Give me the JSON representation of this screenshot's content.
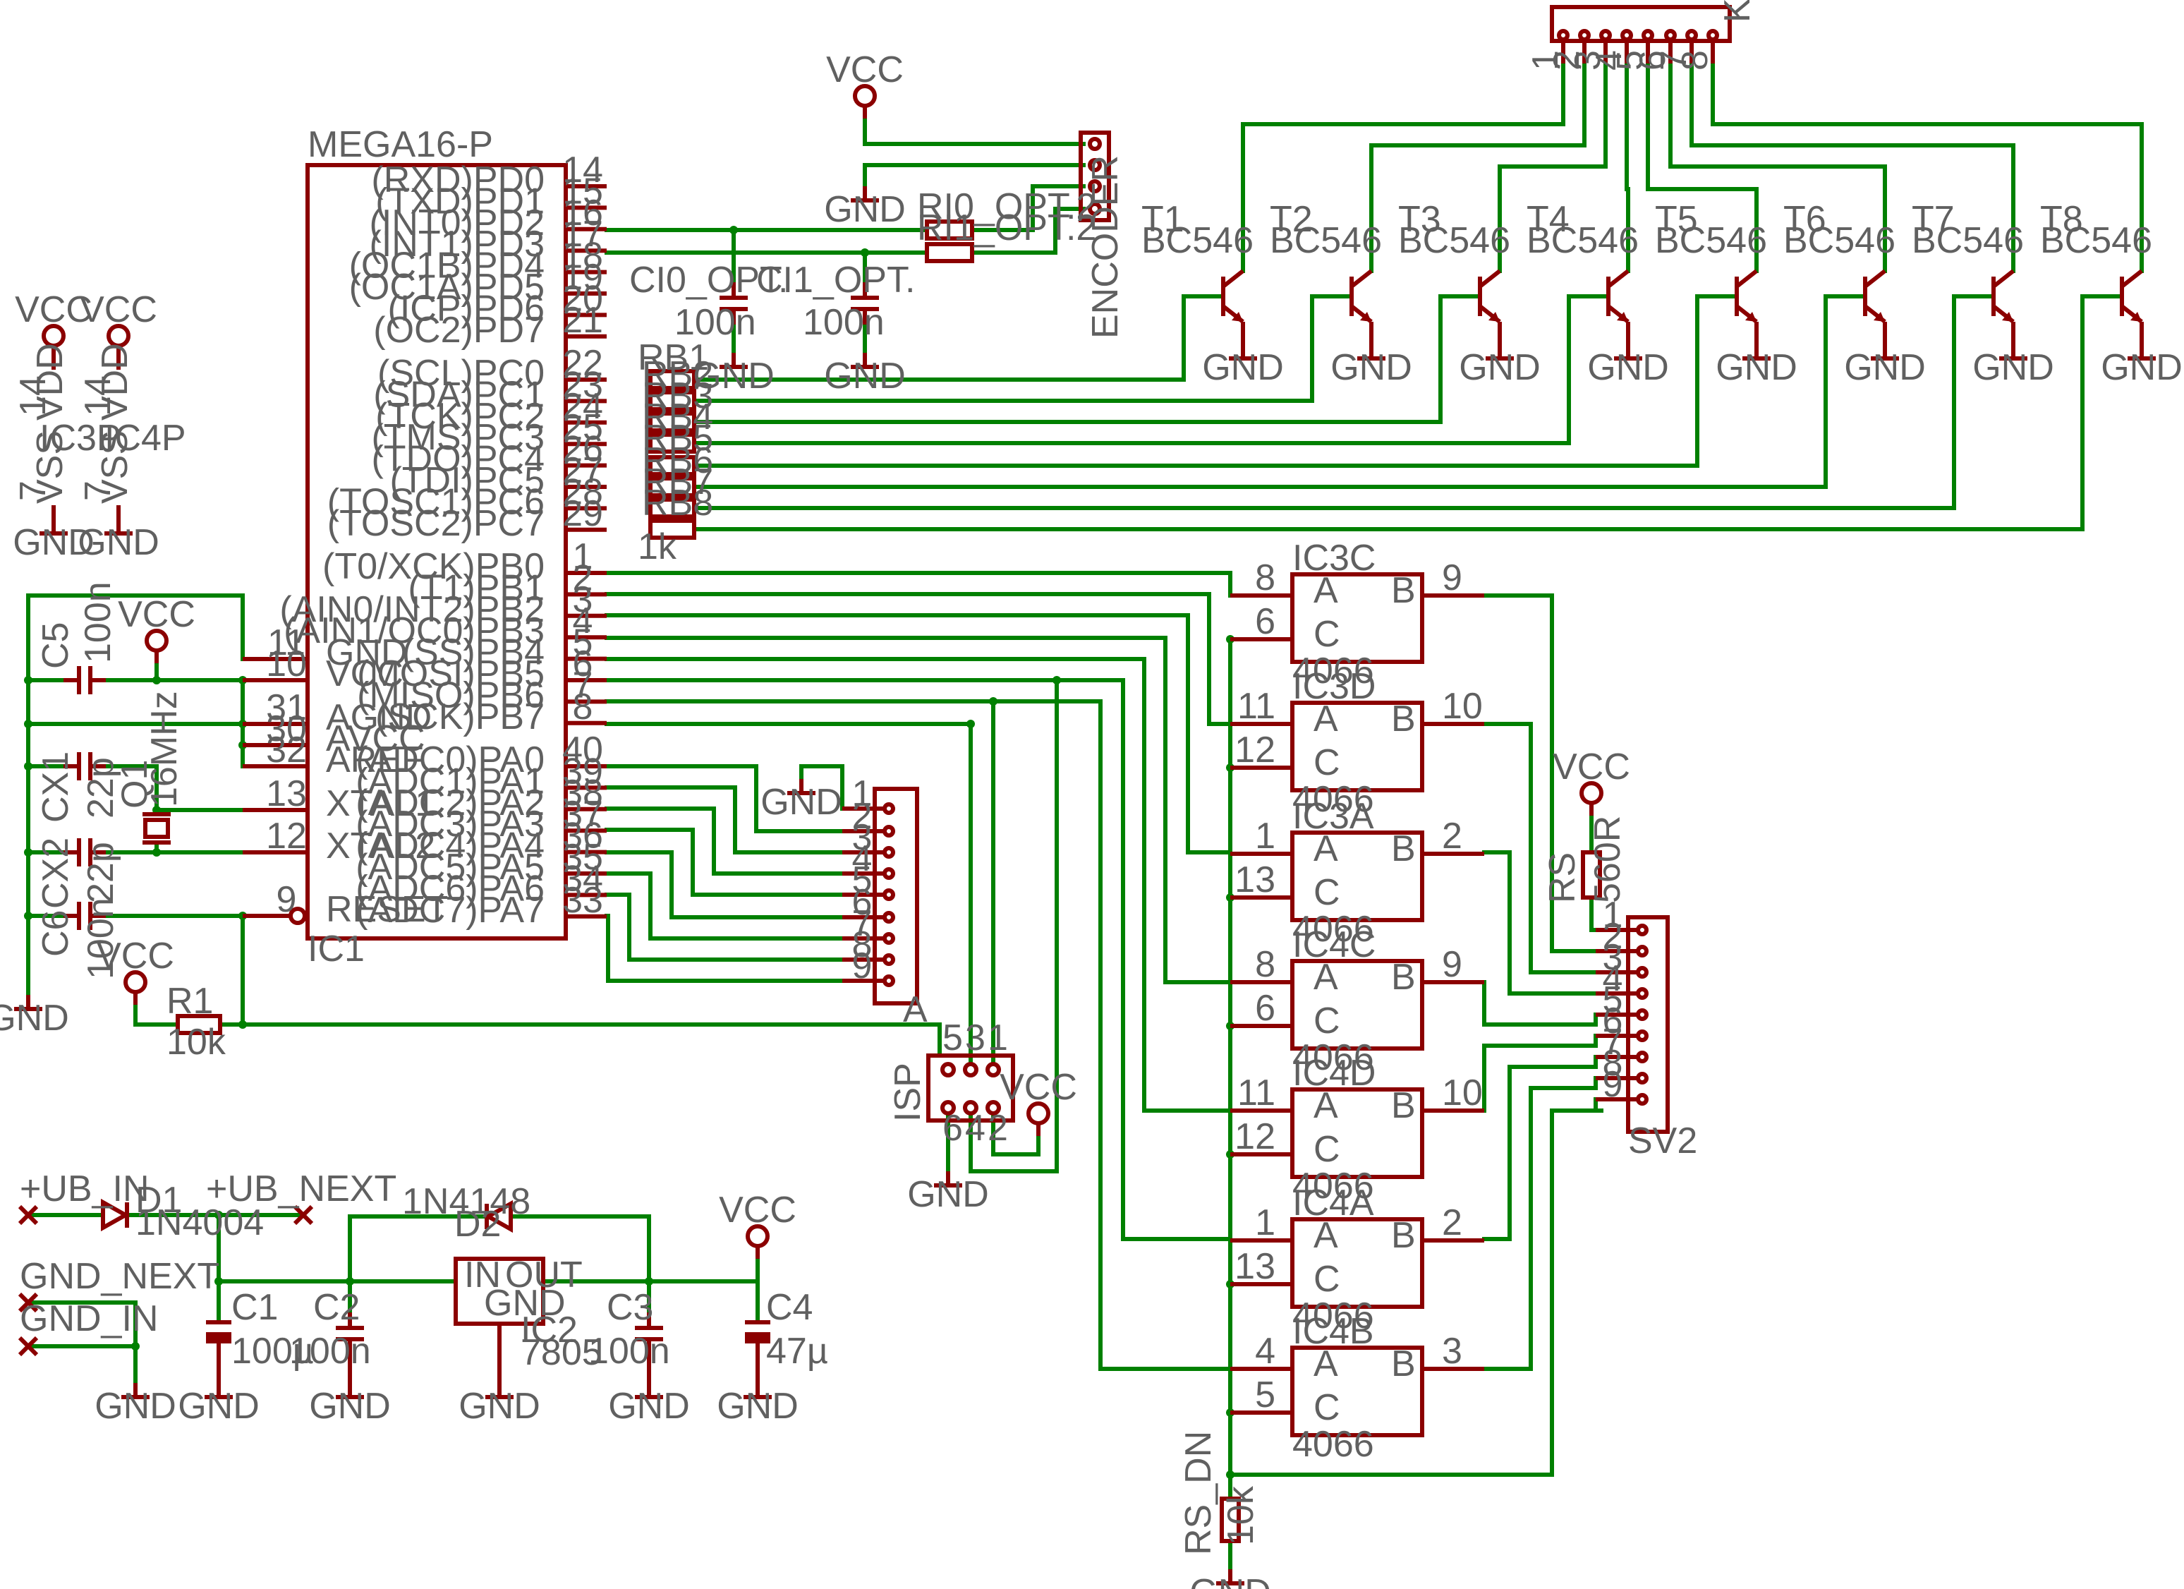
{
  "mcu": {
    "name": "MEGA16-P",
    "ref": "IC1",
    "pins": {
      "pd": [
        [
          "(RXD)PD0",
          "14"
        ],
        [
          "(TXD)PD1",
          "15"
        ],
        [
          "(INT0)PD2",
          "16"
        ],
        [
          "(INT1)PD3",
          "17"
        ],
        [
          "(OC1B)PD4",
          "18"
        ],
        [
          "(OC1A)PD5",
          "19"
        ],
        [
          "(ICP)PD6",
          "20"
        ],
        [
          "(OC2)PD7",
          "21"
        ]
      ],
      "pc": [
        [
          "(SCL)PC0",
          "22"
        ],
        [
          "(SDA)PC1",
          "23"
        ],
        [
          "(TCK)PC2",
          "24"
        ],
        [
          "(TMS)PC3",
          "25"
        ],
        [
          "(TDO)PC4",
          "26"
        ],
        [
          "(TDI)PC5",
          "27"
        ],
        [
          "(TOSC1)PC6",
          "28"
        ],
        [
          "(TOSC2)PC7",
          "29"
        ]
      ],
      "pb": [
        [
          "(T0/XCK)PB0",
          "1"
        ],
        [
          "(T1)PB1",
          "2"
        ],
        [
          "(AIN0/INT2)PB2",
          "3"
        ],
        [
          "(AIN1/OC0)PB3",
          "4"
        ],
        [
          "(SS)PB4",
          "5"
        ],
        [
          "(MOSI)PB5",
          "6"
        ],
        [
          "(MISO)PB6",
          "7"
        ],
        [
          "(SCK)PB7",
          "8"
        ]
      ],
      "pa": [
        [
          "(ADC0)PA0",
          "40"
        ],
        [
          "(ADC1)PA1",
          "39"
        ],
        [
          "(ADC2)PA2",
          "38"
        ],
        [
          "(ADC3)PA3",
          "37"
        ],
        [
          "(ADC4)PA4",
          "36"
        ],
        [
          "(ADC5)PA5",
          "35"
        ],
        [
          "(ADC6)PA6",
          "34"
        ],
        [
          "(ADC7)PA7",
          "33"
        ]
      ],
      "left": [
        [
          "GND",
          "11"
        ],
        [
          "VCC",
          "10"
        ],
        [
          "AGND",
          "31"
        ],
        [
          "AVCC",
          "30"
        ],
        [
          "AREF",
          "32"
        ],
        [
          "XTAL1",
          "13"
        ],
        [
          "XTAL2",
          "12"
        ],
        [
          "RESET",
          "9"
        ]
      ]
    }
  },
  "power_labels": {
    "vcc": "VCC",
    "gnd": "GND"
  },
  "supply_chips": [
    {
      "ref": "IC3P",
      "vdd": "VDD",
      "vss": "VSS",
      "pin_vdd": "14",
      "pin_vss": "7"
    },
    {
      "ref": "IC4P",
      "vdd": "VDD",
      "vss": "VSS",
      "pin_vdd": "14",
      "pin_vss": "7"
    }
  ],
  "caps_left": [
    {
      "ref": "C5",
      "value": "100n"
    },
    {
      "ref": "CX1",
      "value": "22p"
    },
    {
      "ref": "CX2",
      "value": "22p"
    },
    {
      "ref": "C6",
      "value": "100n"
    }
  ],
  "crystal": {
    "ref": "Q1",
    "value": "16MHz"
  },
  "reset_resistor": {
    "ref": "R1",
    "value": "10k"
  },
  "rb1": {
    "ref": "RB1",
    "value": "1k",
    "taps": [
      "RB2",
      "RB3",
      "RB4",
      "RB5",
      "RB6",
      "RB7",
      "RB8"
    ]
  },
  "encoder": {
    "label": "ENCODER",
    "ri0": "RI0_OPT.2",
    "ri1": "RI1_OPT.2",
    "ci0": "CI0_OPT.",
    "ci1": "CI1_OPT.",
    "ci_value": "100n"
  },
  "transistors": [
    {
      "ref": "T1",
      "type": "BC546"
    },
    {
      "ref": "T2",
      "type": "BC546"
    },
    {
      "ref": "T3",
      "type": "BC546"
    },
    {
      "ref": "T4",
      "type": "BC546"
    },
    {
      "ref": "T5",
      "type": "BC546"
    },
    {
      "ref": "T6",
      "type": "BC546"
    },
    {
      "ref": "T7",
      "type": "BC546"
    },
    {
      "ref": "T8",
      "type": "BC546"
    }
  ],
  "connector_k": {
    "ref": "K",
    "pins": [
      "1",
      "2",
      "3",
      "4",
      "5",
      "6",
      "7",
      "8"
    ]
  },
  "connector_a": {
    "ref": "A",
    "pins": [
      "1",
      "2",
      "3",
      "4",
      "5",
      "6",
      "7",
      "8",
      "9"
    ]
  },
  "isp": {
    "ref": "ISP",
    "pins": [
      "5",
      "3",
      "1",
      "6",
      "4",
      "2"
    ]
  },
  "switches": [
    {
      "ref": "IC3C",
      "part": "4066",
      "a": "A",
      "b": "B",
      "c": "C",
      "pin_a": "8",
      "pin_c": "6",
      "pin_b": "9"
    },
    {
      "ref": "IC3D",
      "part": "4066",
      "a": "A",
      "b": "B",
      "c": "C",
      "pin_a": "11",
      "pin_c": "12",
      "pin_b": "10"
    },
    {
      "ref": "IC3A",
      "part": "4066",
      "a": "A",
      "b": "B",
      "c": "C",
      "pin_a": "1",
      "pin_c": "13",
      "pin_b": "2"
    },
    {
      "ref": "IC4C",
      "part": "4066",
      "a": "A",
      "b": "B",
      "c": "C",
      "pin_a": "8",
      "pin_c": "6",
      "pin_b": "9"
    },
    {
      "ref": "IC4D",
      "part": "4066",
      "a": "A",
      "b": "B",
      "c": "C",
      "pin_a": "11",
      "pin_c": "12",
      "pin_b": "10"
    },
    {
      "ref": "IC4A",
      "part": "4066",
      "a": "A",
      "b": "B",
      "c": "C",
      "pin_a": "1",
      "pin_c": "13",
      "pin_b": "2"
    },
    {
      "ref": "IC4B",
      "part": "4066",
      "a": "A",
      "b": "B",
      "c": "C",
      "pin_a": "4",
      "pin_c": "5",
      "pin_b": "3"
    }
  ],
  "sv2": {
    "ref": "SV2",
    "pins": [
      "1",
      "2",
      "3",
      "4",
      "5",
      "6",
      "7",
      "8",
      "9"
    ]
  },
  "rs": {
    "ref": "RS",
    "value": "560R"
  },
  "rs_dn": {
    "ref": "RS_DN",
    "value": "10k"
  },
  "psu": {
    "ub_in": "+UB_IN",
    "ub_next": "+UB_NEXT",
    "gnd_next": "GND_NEXT",
    "gnd_in": "GND_IN",
    "d1": {
      "ref": "D1",
      "value": "1N4004"
    },
    "d2": {
      "ref": "D2",
      "value": "1N4148"
    },
    "c1": {
      "ref": "C1",
      "value": "100µ"
    },
    "c2": {
      "ref": "C2",
      "value": "100n"
    },
    "c3": {
      "ref": "C3",
      "value": "100n"
    },
    "c4": {
      "ref": "C4",
      "value": "47µ"
    },
    "reg": {
      "ref": "IC2",
      "value": "7805",
      "in": "IN",
      "out": "OUT",
      "gnd": "GND"
    }
  }
}
